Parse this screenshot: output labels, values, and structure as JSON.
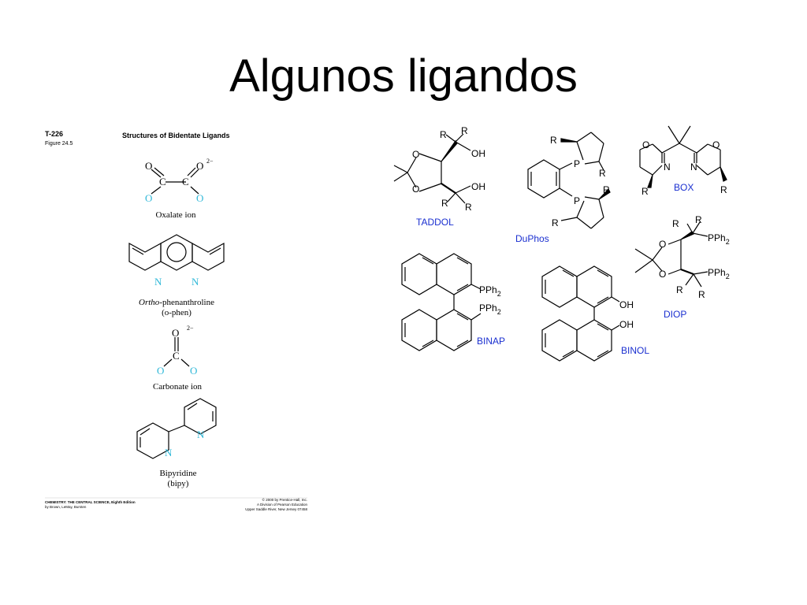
{
  "slide": {
    "title": "Algunos ligandos"
  },
  "textbook_panel": {
    "code": "T-226",
    "figure": "Figure 24.5",
    "heading": "Structures of Bidentate Ligands",
    "oxalate": {
      "label": "Oxalate ion",
      "charge": "2−"
    },
    "phen": {
      "label_italic": "Ortho",
      "label_rest": "-phenanthroline",
      "abbrev": "(o-phen)"
    },
    "carbonate": {
      "label": "Carbonate ion",
      "charge": "2−"
    },
    "bipy": {
      "label": "Bipyridine",
      "abbrev": "(bipy)"
    },
    "footer_left_1": "CHEMISTRY: THE CENTRAL SCIENCE, Eighth Edition",
    "footer_left_2": "by Brown, LeMay, Bursten",
    "footer_right_1": "© 2000 by Prentice-Hall, Inc.",
    "footer_right_2": "A Division of Pearson Education",
    "footer_right_3": "Upper Saddle River, New Jersey 07458"
  },
  "ligands": {
    "taddol": "TADDOL",
    "duphos": "DuPhos",
    "box": "BOX",
    "binap": "BINAP",
    "binol": "BINOL",
    "diop": "DIOP"
  },
  "atoms": {
    "O": "O",
    "C": "C",
    "N": "N",
    "P": "P",
    "R": "R",
    "OH": "OH",
    "PPh": "PPh",
    "sub2": "2"
  },
  "colors": {
    "accent_cyan": "#2fb8d8",
    "label_blue": "#1a2fd0"
  }
}
